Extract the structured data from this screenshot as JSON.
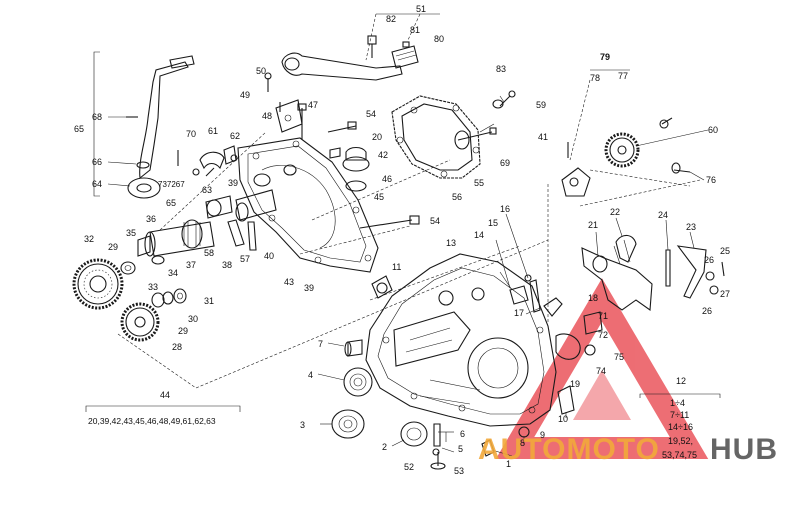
{
  "labels": [
    {
      "id": "1",
      "text": "1"
    },
    {
      "id": "2",
      "text": "2"
    },
    {
      "id": "3",
      "text": "3"
    },
    {
      "id": "4",
      "text": "4"
    },
    {
      "id": "5",
      "text": "5"
    },
    {
      "id": "6",
      "text": "6"
    },
    {
      "id": "7",
      "text": "7"
    },
    {
      "id": "8",
      "text": "8"
    },
    {
      "id": "9",
      "text": "9"
    },
    {
      "id": "10",
      "text": "10"
    },
    {
      "id": "11",
      "text": "11"
    },
    {
      "id": "13",
      "text": "13"
    },
    {
      "id": "14",
      "text": "14"
    },
    {
      "id": "15",
      "text": "15"
    },
    {
      "id": "16",
      "text": "16"
    },
    {
      "id": "17",
      "text": "17"
    },
    {
      "id": "18",
      "text": "18"
    },
    {
      "id": "19",
      "text": "19"
    },
    {
      "id": "20",
      "text": "20"
    },
    {
      "id": "21",
      "text": "21"
    },
    {
      "id": "22",
      "text": "22"
    },
    {
      "id": "23",
      "text": "23"
    },
    {
      "id": "24",
      "text": "24"
    },
    {
      "id": "25",
      "text": "25"
    },
    {
      "id": "26a",
      "text": "26"
    },
    {
      "id": "26b",
      "text": "26"
    },
    {
      "id": "27",
      "text": "27"
    },
    {
      "id": "28",
      "text": "28"
    },
    {
      "id": "29a",
      "text": "29"
    },
    {
      "id": "29b",
      "text": "29"
    },
    {
      "id": "30",
      "text": "30"
    },
    {
      "id": "31",
      "text": "31"
    },
    {
      "id": "32",
      "text": "32"
    },
    {
      "id": "33",
      "text": "33"
    },
    {
      "id": "34",
      "text": "34"
    },
    {
      "id": "35",
      "text": "35"
    },
    {
      "id": "36",
      "text": "36"
    },
    {
      "id": "37",
      "text": "37"
    },
    {
      "id": "38",
      "text": "38"
    },
    {
      "id": "39a",
      "text": "39"
    },
    {
      "id": "39b",
      "text": "39"
    },
    {
      "id": "40",
      "text": "40"
    },
    {
      "id": "41",
      "text": "41"
    },
    {
      "id": "42",
      "text": "42"
    },
    {
      "id": "43",
      "text": "43"
    },
    {
      "id": "45",
      "text": "45"
    },
    {
      "id": "46",
      "text": "46"
    },
    {
      "id": "47",
      "text": "47"
    },
    {
      "id": "48",
      "text": "48"
    },
    {
      "id": "49",
      "text": "49"
    },
    {
      "id": "50",
      "text": "50"
    },
    {
      "id": "52",
      "text": "52"
    },
    {
      "id": "53",
      "text": "53"
    },
    {
      "id": "54a",
      "text": "54"
    },
    {
      "id": "54b",
      "text": "54"
    },
    {
      "id": "55",
      "text": "55"
    },
    {
      "id": "56",
      "text": "56"
    },
    {
      "id": "57",
      "text": "57"
    },
    {
      "id": "58",
      "text": "58"
    },
    {
      "id": "59",
      "text": "59"
    },
    {
      "id": "60",
      "text": "60"
    },
    {
      "id": "61",
      "text": "61"
    },
    {
      "id": "62",
      "text": "62"
    },
    {
      "id": "63",
      "text": "63"
    },
    {
      "id": "64",
      "text": "64"
    },
    {
      "id": "65b",
      "text": "65"
    },
    {
      "id": "66",
      "text": "66"
    },
    {
      "id": "68",
      "text": "68"
    },
    {
      "id": "69",
      "text": "69"
    },
    {
      "id": "70",
      "text": "70"
    },
    {
      "id": "71",
      "text": "71"
    },
    {
      "id": "72",
      "text": "72"
    },
    {
      "id": "74",
      "text": "74"
    },
    {
      "id": "75",
      "text": "75"
    },
    {
      "id": "76",
      "text": "76"
    },
    {
      "id": "77",
      "text": "77"
    },
    {
      "id": "78",
      "text": "78"
    },
    {
      "id": "80",
      "text": "80"
    },
    {
      "id": "81",
      "text": "81"
    },
    {
      "id": "82",
      "text": "82"
    },
    {
      "id": "83",
      "text": "83"
    }
  ],
  "groups": {
    "g51": "51",
    "g65": "65",
    "g79": "79",
    "g44": "44",
    "g44_members": "20,39,42,43,45,46,48,49,61,62,63",
    "g73767": "737267",
    "g12": "12",
    "g12_lines": [
      "1÷4",
      "7÷11",
      "14÷16",
      "19,52,",
      "53,74,75"
    ]
  },
  "watermark": {
    "text_prefix": "AUTOMOTO",
    "text_suffix": "HUB",
    "color_red": "#e8454d",
    "color_orange": "#f2a93b",
    "color_dark": "#444444"
  }
}
